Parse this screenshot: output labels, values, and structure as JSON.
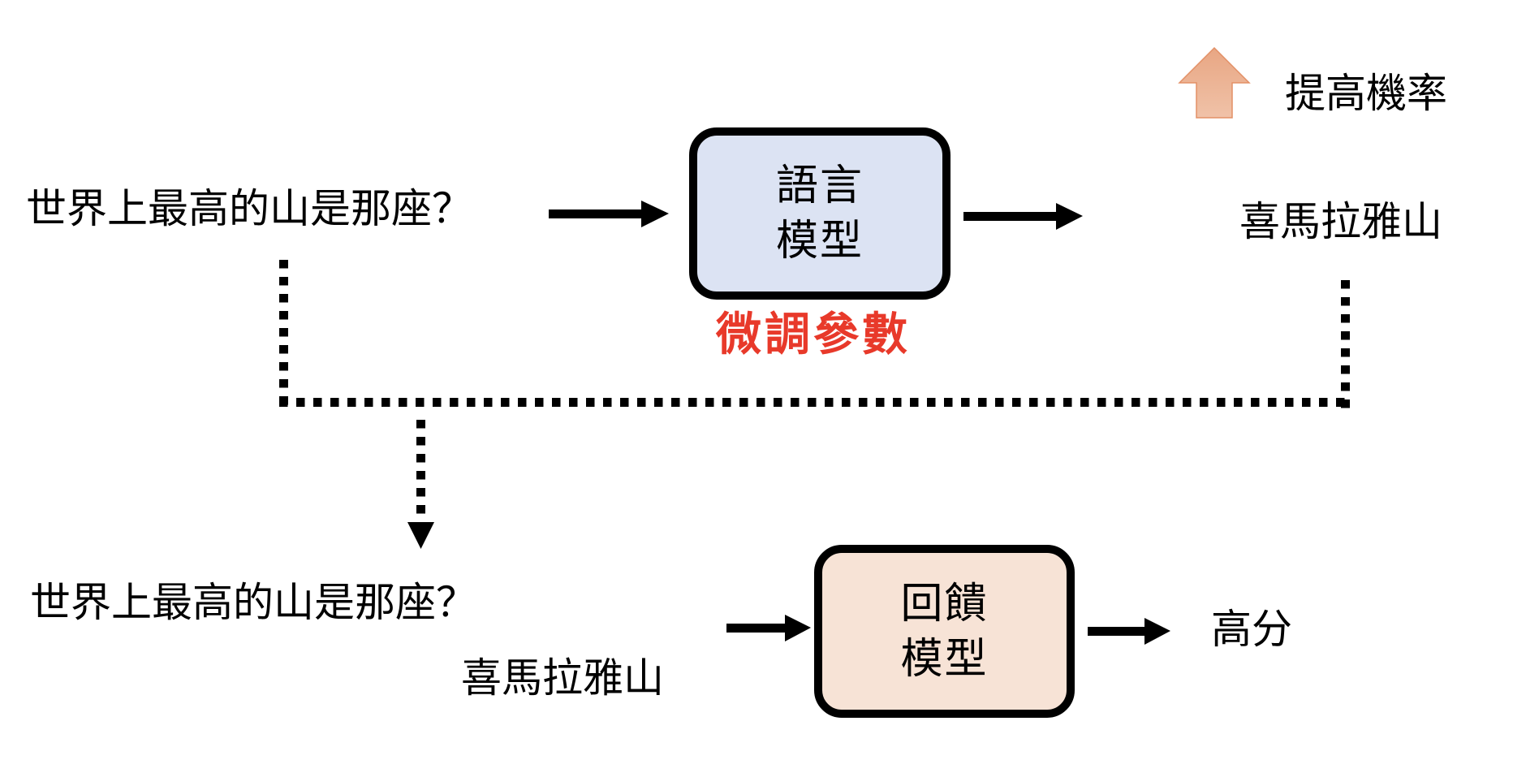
{
  "legend": {
    "icon": "up-arrow-icon",
    "label": "提高機率",
    "arrow_color": "#eab08f"
  },
  "top_flow": {
    "question": "世界上最高的山是那座？",
    "model_box": {
      "line1": "語言",
      "line2": "模型",
      "fill": "#dce3f3"
    },
    "answer": "喜馬拉雅山",
    "annotation": "微調參數",
    "annotation_color": "#e8392a"
  },
  "bottom_flow": {
    "question": "世界上最高的山是那座？",
    "answer": "喜馬拉雅山",
    "model_box": {
      "line1": "回饋",
      "line2": "模型",
      "fill": "#f7e3d6"
    },
    "output": "高分"
  }
}
